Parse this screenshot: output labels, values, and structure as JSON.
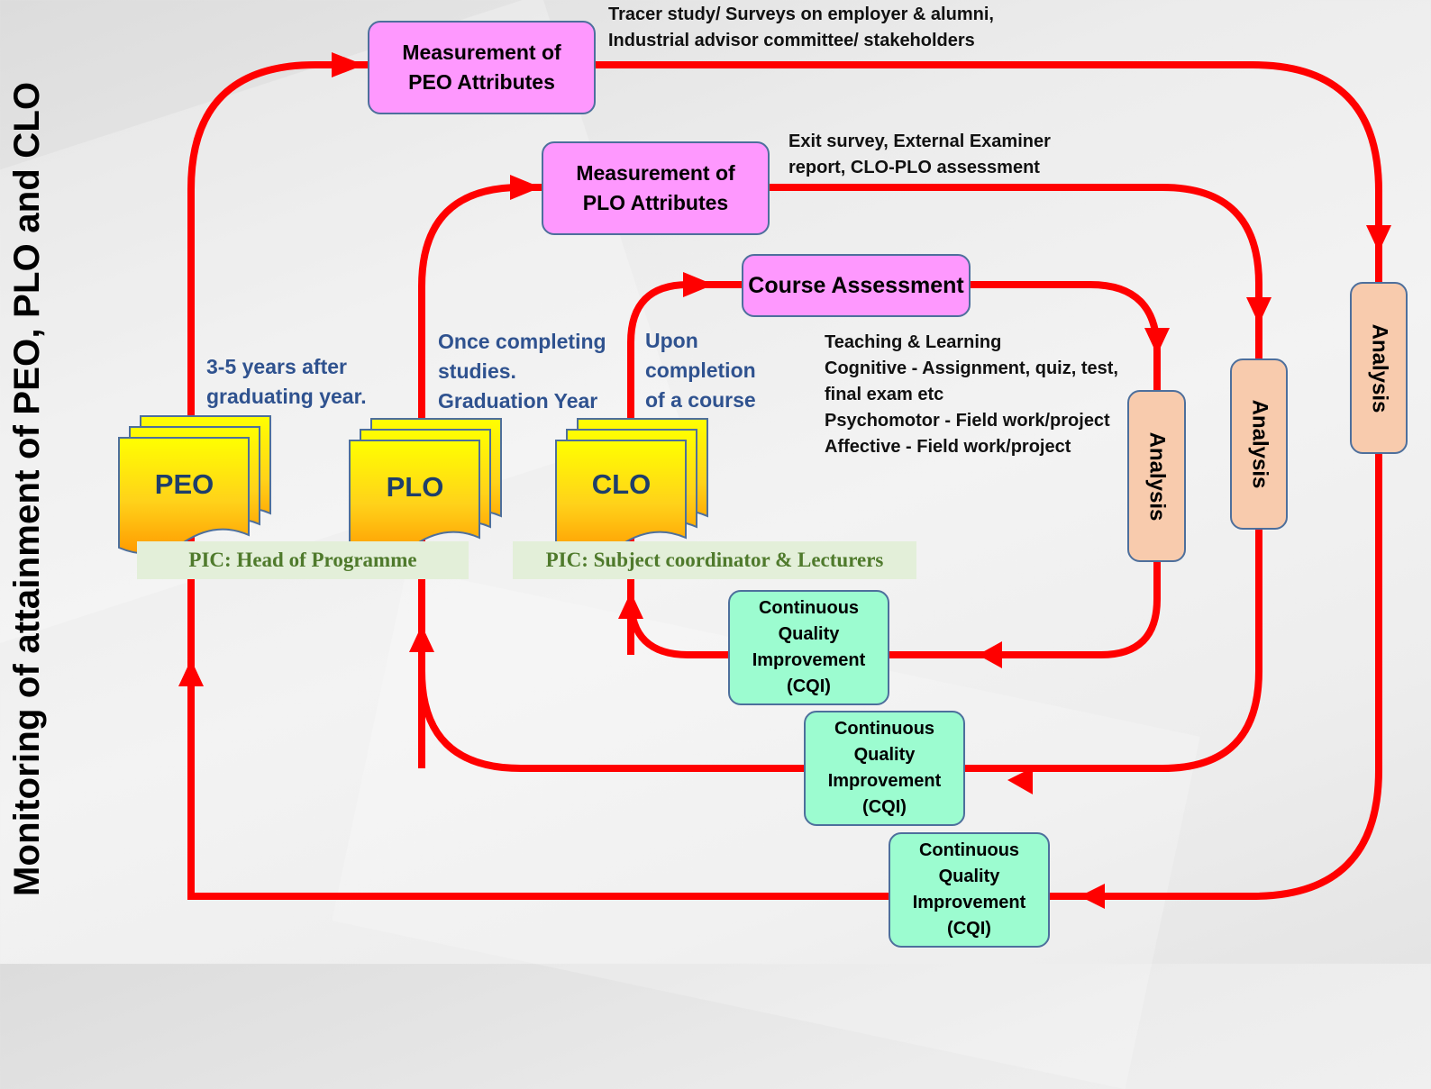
{
  "title": "Monitoring of attainment of PEO, PLO and CLO",
  "colors": {
    "loop": "#ff0000",
    "measurement_box": "#fe98fe",
    "cqi_box": "#9cfcd0",
    "analysis_box": "#f8cbad",
    "box_border": "#4d6f9c",
    "doc_top": "#ffff00",
    "doc_bottom": "#ff9900",
    "timing_text": "#2f528f",
    "pic_bg": "#e3efd9",
    "pic_text": "#4f7a2c"
  },
  "measurement": {
    "peo": {
      "line1": "Measurement of",
      "line2": "PEO Attributes",
      "note_line1": "Tracer study/ Surveys on employer & alumni,",
      "note_line2": "Industrial advisor committee/ stakeholders"
    },
    "plo": {
      "line1": "Measurement of",
      "line2": "PLO Attributes",
      "note_line1": "Exit survey, External Examiner",
      "note_line2": "report, CLO-PLO assessment"
    },
    "clo": {
      "label": "Course Assessment"
    }
  },
  "course_methods": [
    "Teaching & Learning",
    "Cognitive - Assignment, quiz, test,",
    "final exam etc",
    "Psychomotor - Field work/project",
    "Affective - Field work/project"
  ],
  "documents": [
    {
      "label": "PEO",
      "timing": [
        "3-5 years after",
        "graduating year."
      ]
    },
    {
      "label": "PLO",
      "timing": [
        "Once completing",
        "studies.",
        "Graduation Year"
      ]
    },
    {
      "label": "CLO",
      "timing": [
        "Upon",
        "completion",
        "of a course"
      ]
    }
  ],
  "pic": {
    "programme": "PIC: Head of Programme",
    "course": "PIC: Subject coordinator & Lecturers"
  },
  "analysis_label": "Analysis",
  "cqi": {
    "line1": "Continuous",
    "line2": "Quality",
    "line3": "Improvement",
    "line4": "(CQI)"
  }
}
